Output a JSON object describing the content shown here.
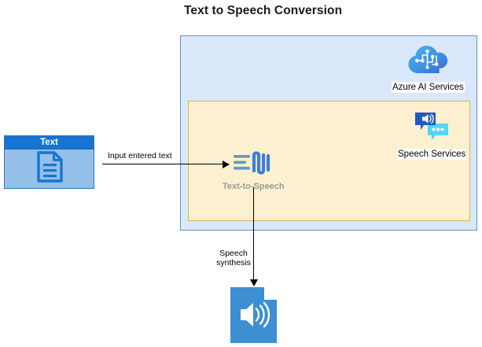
{
  "diagram": {
    "title": "Text to Speech Conversion",
    "containers": {
      "azure": {
        "name": "azure-ai-services-boundary",
        "fill": "#dae8fc",
        "stroke": "#6c8ebf"
      },
      "speech": {
        "name": "speech-services-boundary",
        "fill": "#fdf0d0",
        "stroke": "#d6b656"
      }
    },
    "nodes": {
      "text_source": {
        "header_label": "Text",
        "icon": "document-icon",
        "header_color": "#1874d2",
        "body_color": "#93bfe8"
      },
      "tts": {
        "label": "Text-to-Speech",
        "icon": "text-to-speech-waveform-icon",
        "label_color": "#9a9a9a",
        "accent_color": "#3f7fd4"
      },
      "azure_ai_services": {
        "label": "Azure AI Services",
        "icon": "azure-cloud-circuit-icon",
        "accent_color": "#3ea0e0"
      },
      "speech_services": {
        "label": "Speech Services",
        "icon": "speech-bubbles-icon",
        "accent_color": "#2a6fd0",
        "secondary_color": "#50d3f0"
      },
      "speech_output": {
        "icon": "speech-document-icon",
        "accent_color": "#3d8fd1"
      }
    },
    "edges": {
      "input": {
        "label": "Input entered text"
      },
      "synthesis": {
        "label": "Speech synthesis"
      }
    }
  }
}
